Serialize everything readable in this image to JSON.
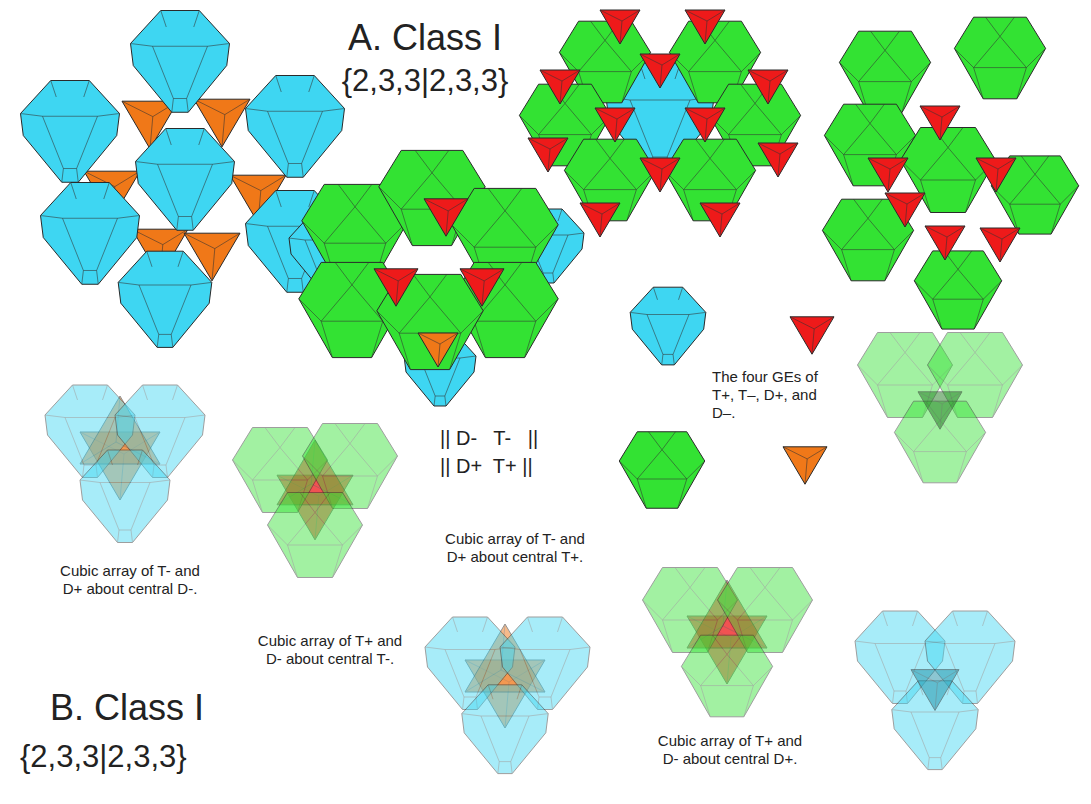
{
  "diagram": {
    "labels": [
      "A. Class I",
      "{2,3,3|2,3,3}",
      "|| D-   T-   ||",
      "|| D+  T+ ||",
      "The four GEs of T+, T–, D+, and D–.",
      "Cubic array of T- and D+ about central D-.",
      "Cubic array of T+ and D- about central T-.",
      "Cubic array of T- and D+ about central T+.",
      "Cubic array of T+ and D- about central D+.",
      "B. Class I",
      "{2,3,3|2,3,3}"
    ]
  }
}
